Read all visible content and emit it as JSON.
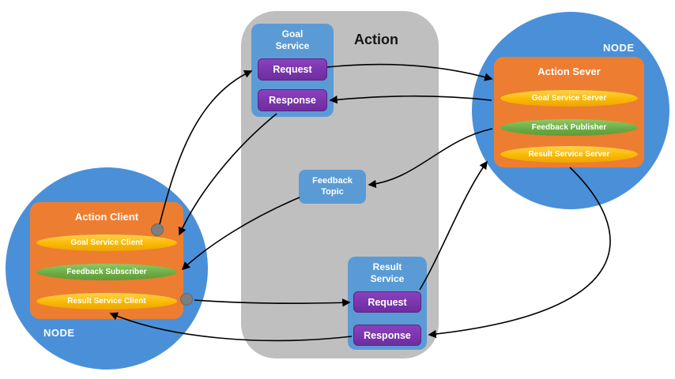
{
  "colors": {
    "canvas_bg": "#ffffff",
    "action_gray": "#bfbfbf",
    "node_blue": "#4a90d9",
    "service_blue": "#5b9bd5",
    "box_orange": "#ed7d31",
    "pill_gold": "#ffc000",
    "pill_green": "#70ad47",
    "button_purple": "#7030a0",
    "arrow_black": "#000000",
    "dot_gray": "#7f7f7f"
  },
  "diagram": {
    "action_label": "Action",
    "goal_service": {
      "line1": "Goal",
      "line2": "Service",
      "request_label": "Request",
      "response_label": "Response"
    },
    "feedback_topic": {
      "line1": "Feedback",
      "line2": "Topic"
    },
    "result_service": {
      "line1": "Result",
      "line2": "Service",
      "request_label": "Request",
      "response_label": "Response"
    },
    "server_node": {
      "node_label": "NODE",
      "title": "Action Sever",
      "items": [
        "Goal Service Server",
        "Feedback Publisher",
        "Result Service Server"
      ]
    },
    "client_node": {
      "node_label": "NODE",
      "title": "Action Client",
      "items": [
        "Goal Service Client",
        "Feedback Subscriber",
        "Result Service Client"
      ]
    }
  }
}
